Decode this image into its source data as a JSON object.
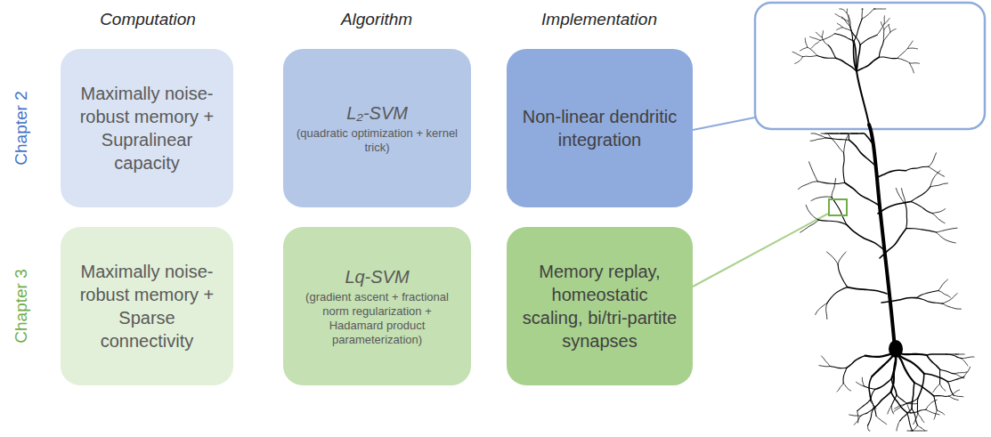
{
  "diagram": {
    "nodes": [
      {
        "text": [
          "Maximally noise-robust memory + Supralinear capacity"
        ]
      },
      {
        "text": [
          "L₂-SVM",
          "(quadratic optimization + kernel trick)"
        ]
      },
      {
        "text": [
          "Non-linear dendritic integration"
        ]
      },
      {
        "text": [
          "Maximally noise-robust memory + Sparse connectivity"
        ]
      },
      {
        "text": [
          "Lq-SVM",
          "(gradient ascent + fractional norm regularization + Hadamard product parameterization)"
        ]
      },
      {
        "text": [
          "Memory replay, homeostatic scaling, bi/tri-partite synapses"
        ]
      }
    ],
    "labels": [
      "Computation",
      "Algorithm",
      "Implementation",
      "Chapter 2",
      "Chapter 3"
    ]
  }
}
